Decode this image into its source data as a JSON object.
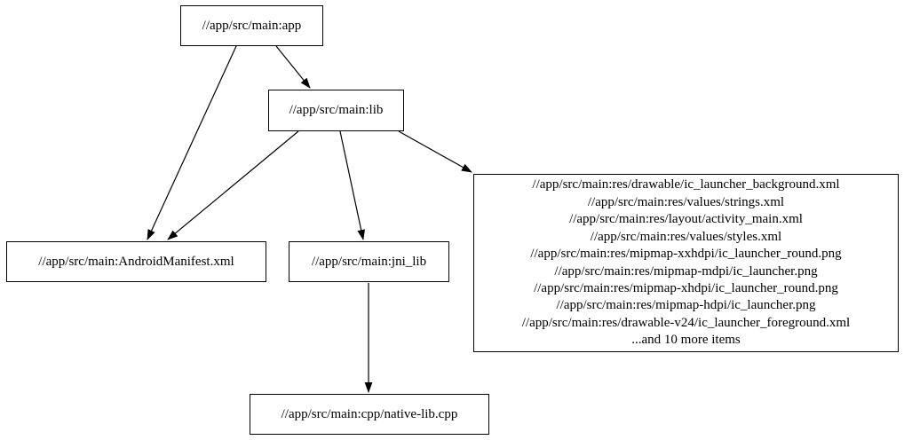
{
  "diagram": {
    "type": "dependency-graph",
    "background_color": "#ffffff",
    "stroke_color": "#000000",
    "text_color": "#000000",
    "nodes": {
      "app": {
        "label": "//app/src/main:app"
      },
      "lib": {
        "label": "//app/src/main:lib"
      },
      "manifest": {
        "label": "//app/src/main:AndroidManifest.xml"
      },
      "jni_lib": {
        "label": "//app/src/main:jni_lib"
      },
      "native_cpp": {
        "label": "//app/src/main:cpp/native-lib.cpp"
      },
      "resources": {
        "lines": [
          "//app/src/main:res/drawable/ic_launcher_background.xml",
          "//app/src/main:res/values/strings.xml",
          "//app/src/main:res/layout/activity_main.xml",
          "//app/src/main:res/values/styles.xml",
          "//app/src/main:res/mipmap-xxhdpi/ic_launcher_round.png",
          "//app/src/main:res/mipmap-mdpi/ic_launcher.png",
          "//app/src/main:res/mipmap-xhdpi/ic_launcher_round.png",
          "//app/src/main:res/mipmap-hdpi/ic_launcher.png",
          "//app/src/main:res/drawable-v24/ic_launcher_foreground.xml",
          "...and 10 more items"
        ]
      }
    },
    "edges": [
      {
        "from": "app",
        "to": "manifest"
      },
      {
        "from": "app",
        "to": "lib"
      },
      {
        "from": "lib",
        "to": "manifest"
      },
      {
        "from": "lib",
        "to": "jni_lib"
      },
      {
        "from": "lib",
        "to": "resources"
      },
      {
        "from": "jni_lib",
        "to": "native_cpp"
      }
    ]
  }
}
